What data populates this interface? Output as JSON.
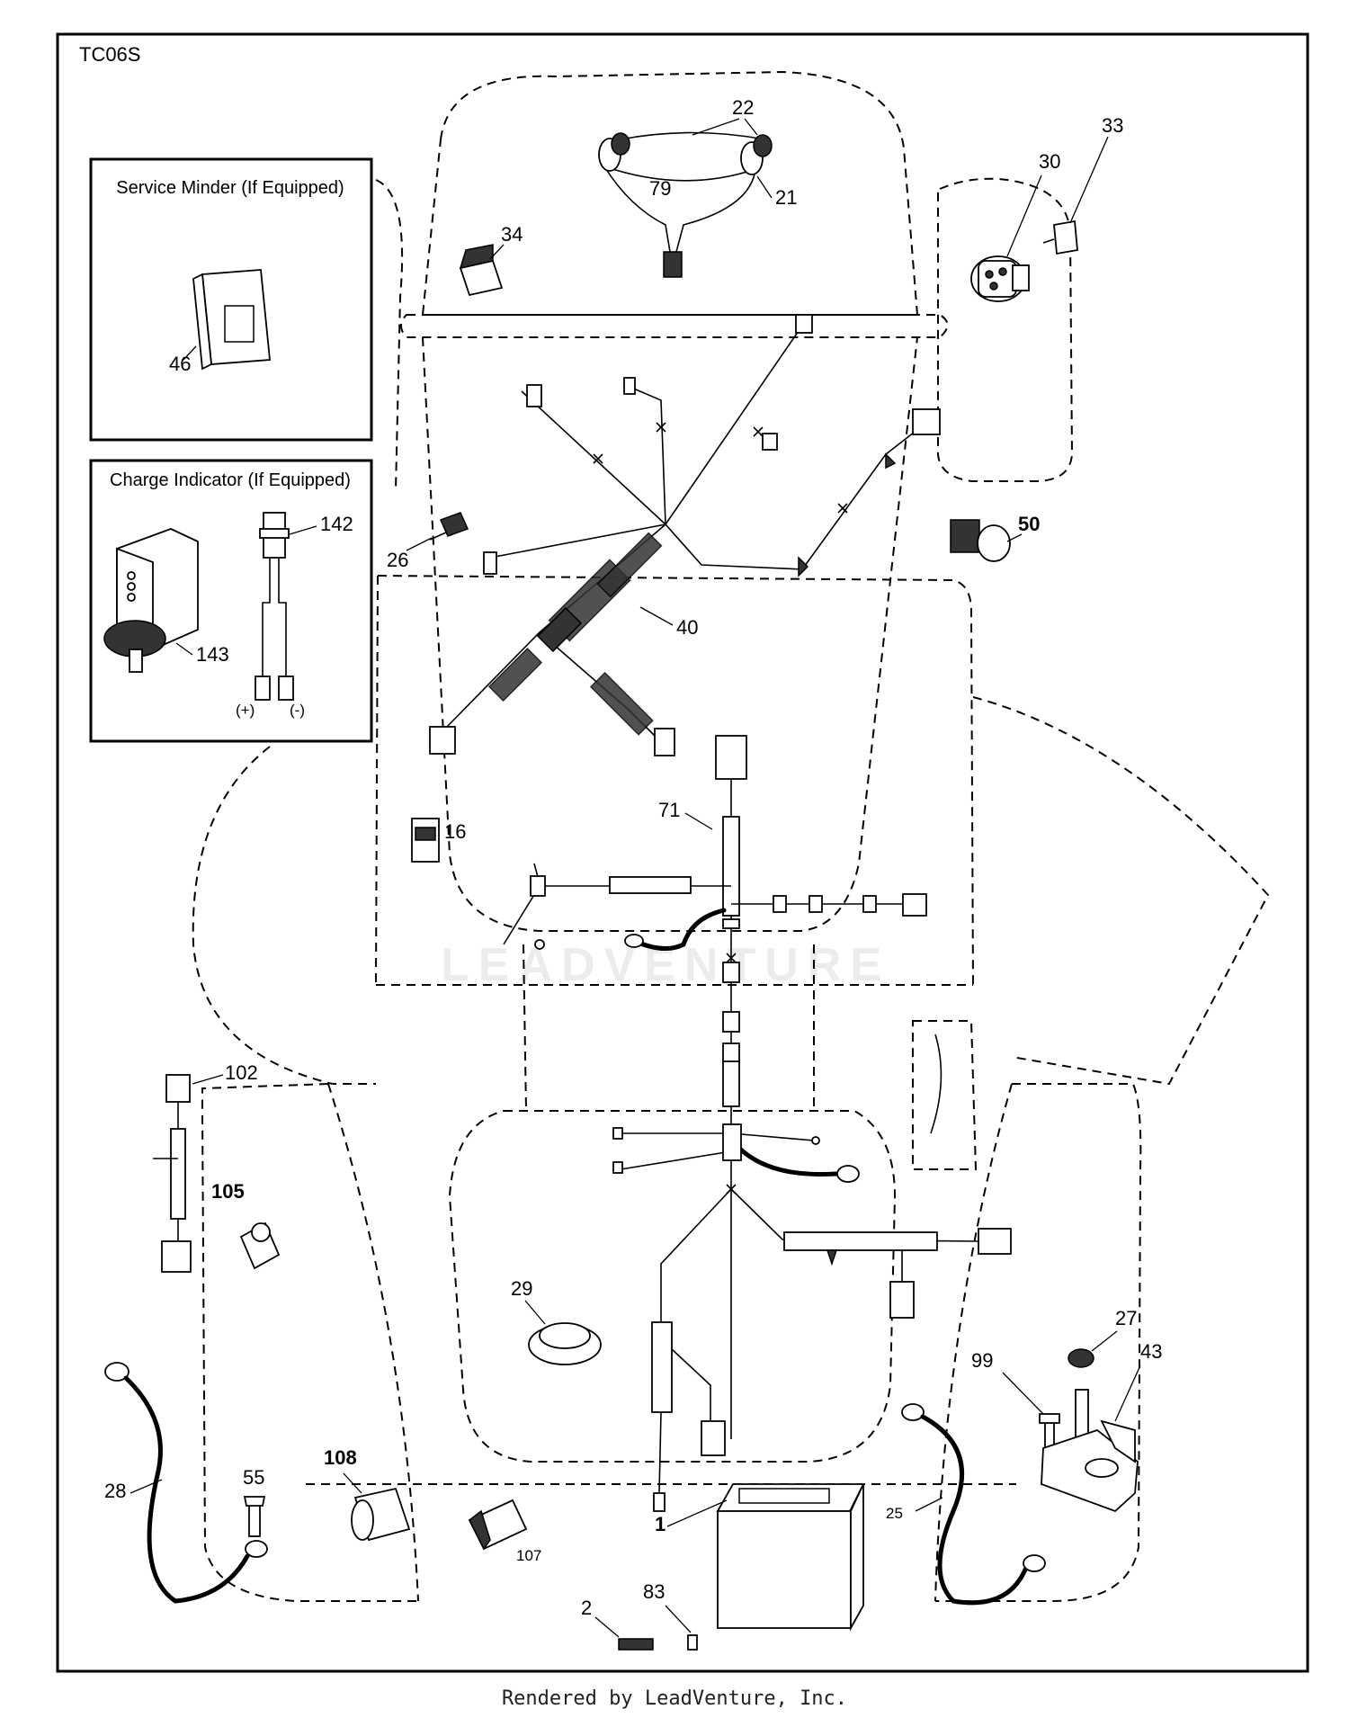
{
  "diagram_code": "TC06S",
  "footer": "Rendered by LeadVenture, Inc.",
  "watermark": "LEADVENTURE",
  "insets": {
    "service_minder": "Service Minder (If Equipped)",
    "charge_indicator": "Charge Indicator (If Equipped)"
  },
  "polarity": {
    "positive": "(+)",
    "negative": "(-)"
  },
  "callouts": {
    "c22": "22",
    "c79": "79",
    "c21": "21",
    "c34": "34",
    "c30": "30",
    "c33": "33",
    "c46": "46",
    "c142": "142",
    "c26": "26",
    "c143": "143",
    "c40": "40",
    "c50": "50",
    "c71": "71",
    "c16": "16",
    "c102": "102",
    "c105": "105",
    "c29": "29",
    "c27": "27",
    "c99": "99",
    "c43": "43",
    "c28": "28",
    "c55": "55",
    "c108": "108",
    "c107": "107",
    "c1": "1",
    "c25": "25",
    "c2": "2",
    "c83": "83"
  }
}
